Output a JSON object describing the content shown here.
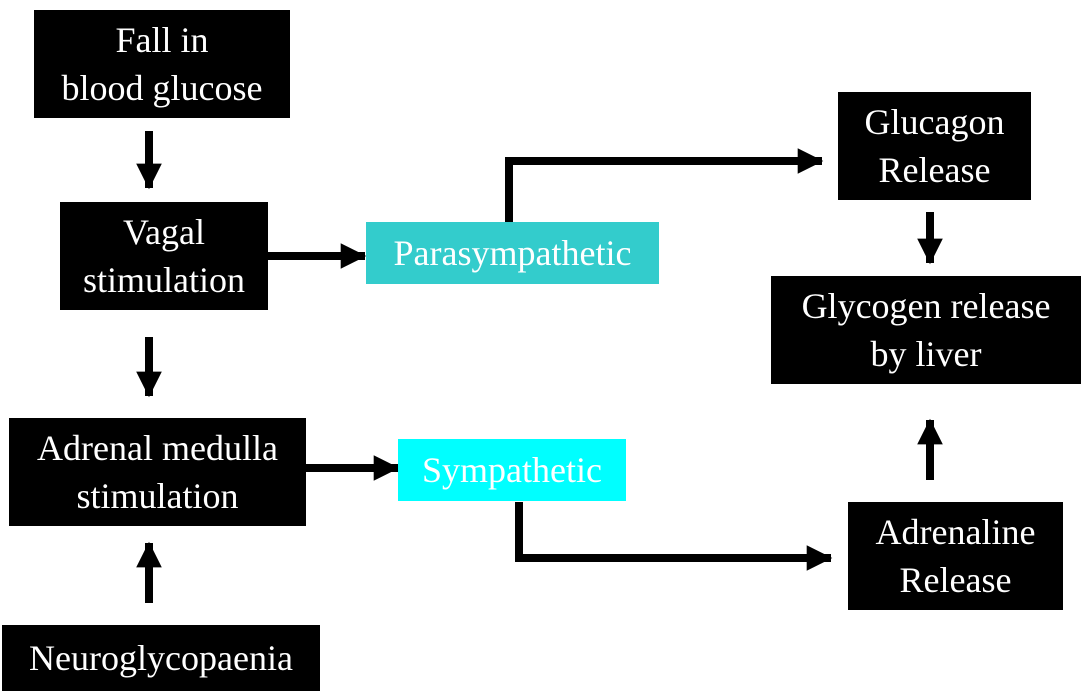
{
  "colors": {
    "node_fill": "#000000",
    "node_text": "#ffffff",
    "parasympathetic_fill": "#33cccc",
    "sympathetic_fill": "#00ffff",
    "arrow": "#000000",
    "background": "#ffffff"
  },
  "nodes": {
    "fall_in_glucose": "Fall in\nblood glucose",
    "vagal_stimulation": "Vagal\nstimulation",
    "adrenal_medulla": "Adrenal medulla\nstimulation",
    "neuroglycopaenia": "Neuroglycopaenia",
    "parasympathetic": "Parasympathetic",
    "sympathetic": "Sympathetic",
    "glucagon_release": "Glucagon\nRelease",
    "glycogen_release": "Glycogen release\nby liver",
    "adrenaline_release": "Adrenaline\nRelease"
  },
  "edges": [
    {
      "from": "fall_in_glucose",
      "to": "vagal_stimulation"
    },
    {
      "from": "vagal_stimulation",
      "to": "adrenal_medulla"
    },
    {
      "from": "neuroglycopaenia",
      "to": "adrenal_medulla"
    },
    {
      "from": "vagal_stimulation",
      "to": "parasympathetic"
    },
    {
      "from": "adrenal_medulla",
      "to": "sympathetic"
    },
    {
      "from": "parasympathetic",
      "to": "glucagon_release"
    },
    {
      "from": "sympathetic",
      "to": "adrenaline_release"
    },
    {
      "from": "glucagon_release",
      "to": "glycogen_release"
    },
    {
      "from": "adrenaline_release",
      "to": "glycogen_release"
    }
  ]
}
